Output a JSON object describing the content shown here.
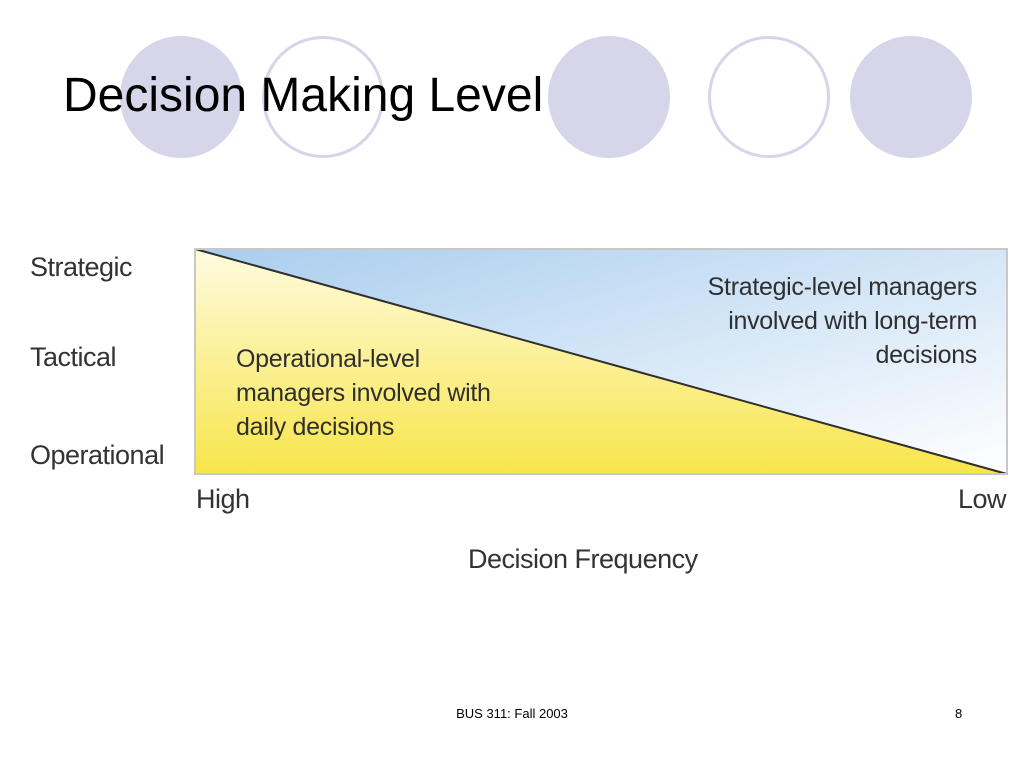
{
  "slide": {
    "title": "Decision Making Level"
  },
  "decorations": {
    "circles": [
      "filled",
      "outline",
      "filled",
      "outline",
      "filled"
    ],
    "circle_color": "#d6d5ea"
  },
  "diagram": {
    "levels": [
      "Strategic",
      "Tactical",
      "Operational"
    ],
    "strategic_region": {
      "lines": [
        "Strategic-level managers",
        "involved with long-term",
        "decisions"
      ],
      "color": "#a9cdee"
    },
    "operational_region": {
      "lines": [
        "Operational-level",
        "managers involved with",
        "daily decisions"
      ],
      "color": "#f7e54a"
    },
    "axis": {
      "start": "High",
      "end": "Low",
      "title": "Decision Frequency"
    }
  },
  "footer": {
    "course": "BUS 311: Fall 2003",
    "page": "8"
  }
}
